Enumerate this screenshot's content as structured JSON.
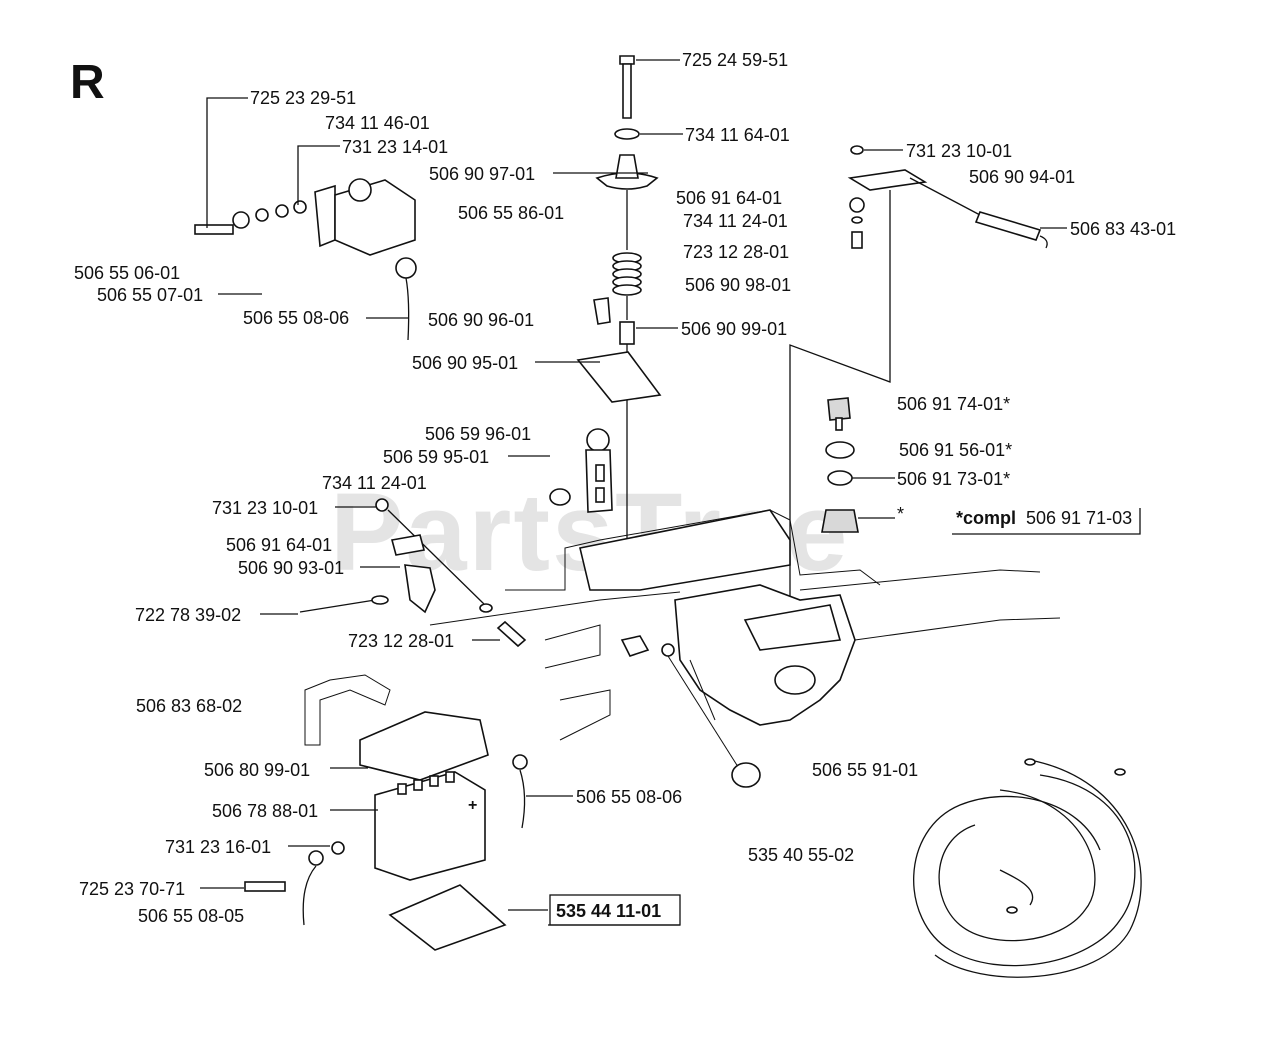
{
  "section_letter": "R",
  "watermark": "PartsTree",
  "labels": {
    "p725_24_59_51": "725 24 59-51",
    "p734_11_64_01": "734 11 64-01",
    "p506_90_97_01": "506 90 97-01",
    "p506_91_64_01_top": "506 91 64-01",
    "p734_11_24_01_top": "734 11 24-01",
    "p723_12_28_01_top": "723 12 28-01",
    "p506_90_98_01": "506 90 98-01",
    "p506_90_99_01": "506 90 99-01",
    "p506_90_95_01": "506 90 95-01",
    "p506_55_86_01": "506 55 86-01",
    "p725_23_29_51": "725 23 29-51",
    "p734_11_46_01": "734 11 46-01",
    "p731_23_14_01": "731 23 14-01",
    "p506_55_06_01": "506 55 06-01",
    "p506_55_07_01": "506 55 07-01",
    "p506_55_08_06_top": "506 55 08-06",
    "p506_90_96_01": "506 90 96-01",
    "p731_23_10_01_right": "731 23 10-01",
    "p506_90_94_01": "506 90 94-01",
    "p506_83_43_01": "506 83 43-01",
    "p506_91_74_01": "506 91 74-01*",
    "p506_91_56_01": "506 91 56-01*",
    "p506_91_73_01": "506 91 73-01*",
    "star": "*",
    "compl_prefix": "*compl",
    "compl_number": "506 91 71-03",
    "p506_59_96_01": "506 59 96-01",
    "p506_59_95_01": "506 59 95-01",
    "p734_11_24_01_mid": "734 11 24-01",
    "p731_23_10_01_left": "731 23 10-01",
    "p506_91_64_01_mid": "506 91 64-01",
    "p506_90_93_01": "506 90 93-01",
    "p722_78_39_02": "722 78 39-02",
    "p723_12_28_01_mid": "723 12 28-01",
    "p506_83_68_02": "506 83 68-02",
    "p506_80_99_01": "506 80 99-01",
    "p506_55_08_06_bottom": "506 55 08-06",
    "p506_78_88_01": "506 78 88-01",
    "p731_23_16_01": "731 23 16-01",
    "p725_23_70_71": "725 23 70-71",
    "p506_55_08_05": "506 55 08-05",
    "p535_44_11_01": "535 44 11-01",
    "p506_55_91_01": "506 55 91-01",
    "p535_40_55_02": "535 40 55-02"
  }
}
